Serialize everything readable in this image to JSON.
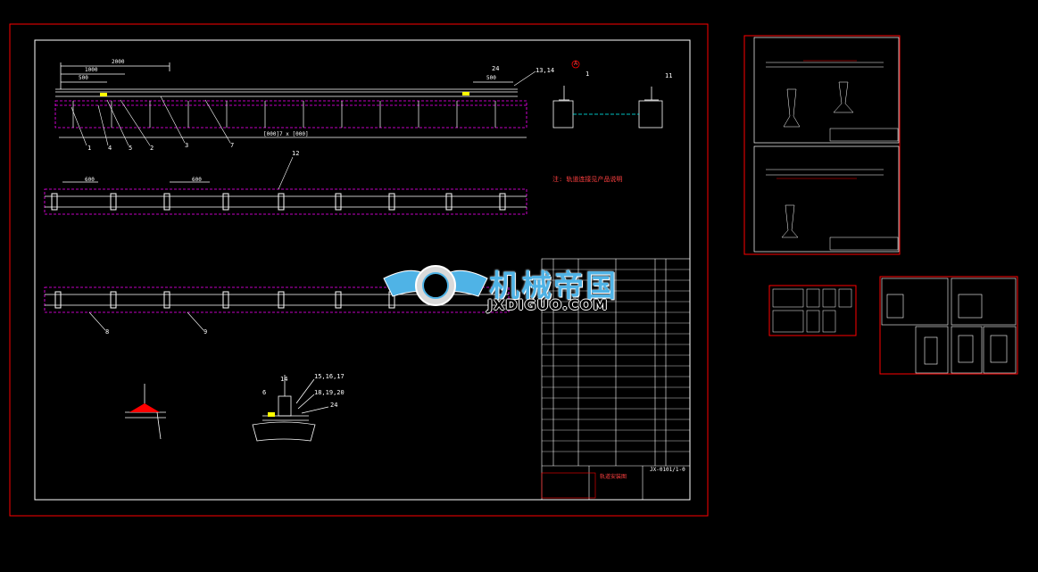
{
  "drawing": {
    "dimensions": {
      "d2000": "2000",
      "d1000": "1000",
      "d500a": "500",
      "d500b": "500",
      "total": "[000]7 x [000]",
      "plan_600a": "600",
      "plan_600b": "600"
    },
    "callouts": {
      "c1": "1",
      "c4": "4",
      "c5": "5",
      "c2": "2",
      "c3": "3",
      "c7": "7",
      "c24": "24",
      "c1314": "13,14",
      "cA": "A",
      "c1r": "1",
      "c11": "11",
      "c12": "12",
      "c8": "8",
      "c9": "9",
      "c14": "14",
      "c151617": "15,16,17",
      "c6": "6",
      "c181920": "18,19,20",
      "c24b": "24"
    },
    "note": "注: 轨道连接见产品说明"
  },
  "watermark": {
    "cn": "机械帝国",
    "en": "JXDIGUO.COM",
    "logo": "JX"
  },
  "title_block": {
    "drawing_no": "JX-0101/1-0",
    "title": "轨道安装图"
  },
  "colors": {
    "frame": "#ff0000",
    "line": "#ffffff",
    "hidden": "#ff00ff",
    "accent": "#00ffff",
    "marker": "#ffff00"
  }
}
